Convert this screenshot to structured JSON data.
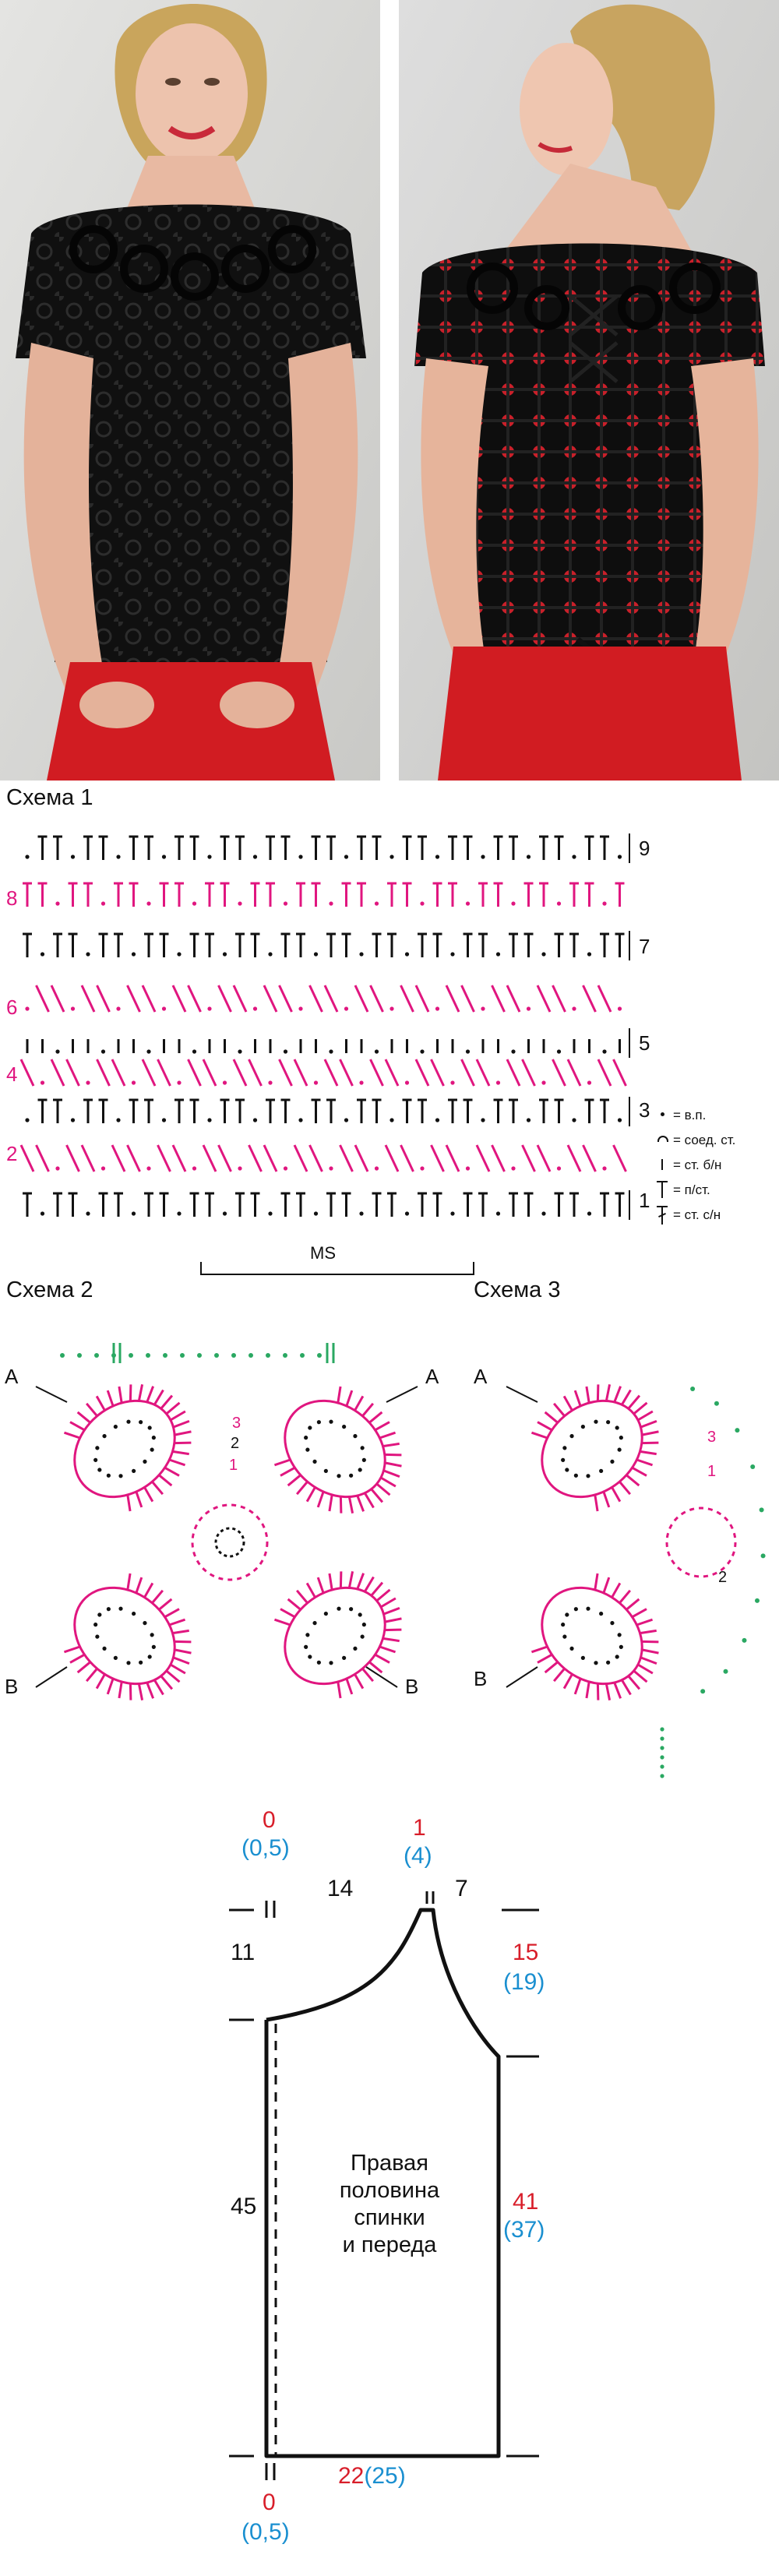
{
  "schema1": {
    "title": "Схема 1",
    "rows_right": [
      "9",
      "7",
      "5",
      "3",
      "1"
    ],
    "rows_left": [
      "8",
      "6",
      "4",
      "2"
    ],
    "repeat_label": "MS",
    "legend": [
      {
        "sym": "dot",
        "text": "= в.п."
      },
      {
        "sym": "arc",
        "text": "= соед. ст."
      },
      {
        "sym": "bar",
        "text": "= ст. б/н"
      },
      {
        "sym": "t1",
        "text": "= п/ст."
      },
      {
        "sym": "t2",
        "text": "= ст. с/н"
      }
    ]
  },
  "schema2": {
    "title": "Схема 2",
    "label_a": "A",
    "label_b": "B",
    "num1": "1",
    "num2": "2",
    "num3": "3"
  },
  "schema3": {
    "title": "Схема 3",
    "label_a": "A",
    "label_b": "B",
    "num1": "1",
    "num2": "2",
    "num3": "3"
  },
  "pattern": {
    "top_left_red": "0",
    "top_left_blue": "(0,5)",
    "top_center_red": "1",
    "top_center_blue": "(4)",
    "neck_width": "14",
    "shoulder_width": "7",
    "neck_depth": "11",
    "armhole_red": "15",
    "armhole_blue": "(19)",
    "center_length": "45",
    "side_red": "41",
    "side_blue": "(37)",
    "bottom_width_red": "22",
    "bottom_width_blue": "(25)",
    "bottom_left_red": "0",
    "bottom_left_blue": "(0,5)",
    "label_lines": [
      "Правая",
      "половина",
      "спинки",
      "и переда"
    ]
  },
  "colors": {
    "pink": "#e0167f",
    "green": "#2aa862",
    "red_text": "#d81e2a",
    "blue_text": "#1a8fd0"
  }
}
